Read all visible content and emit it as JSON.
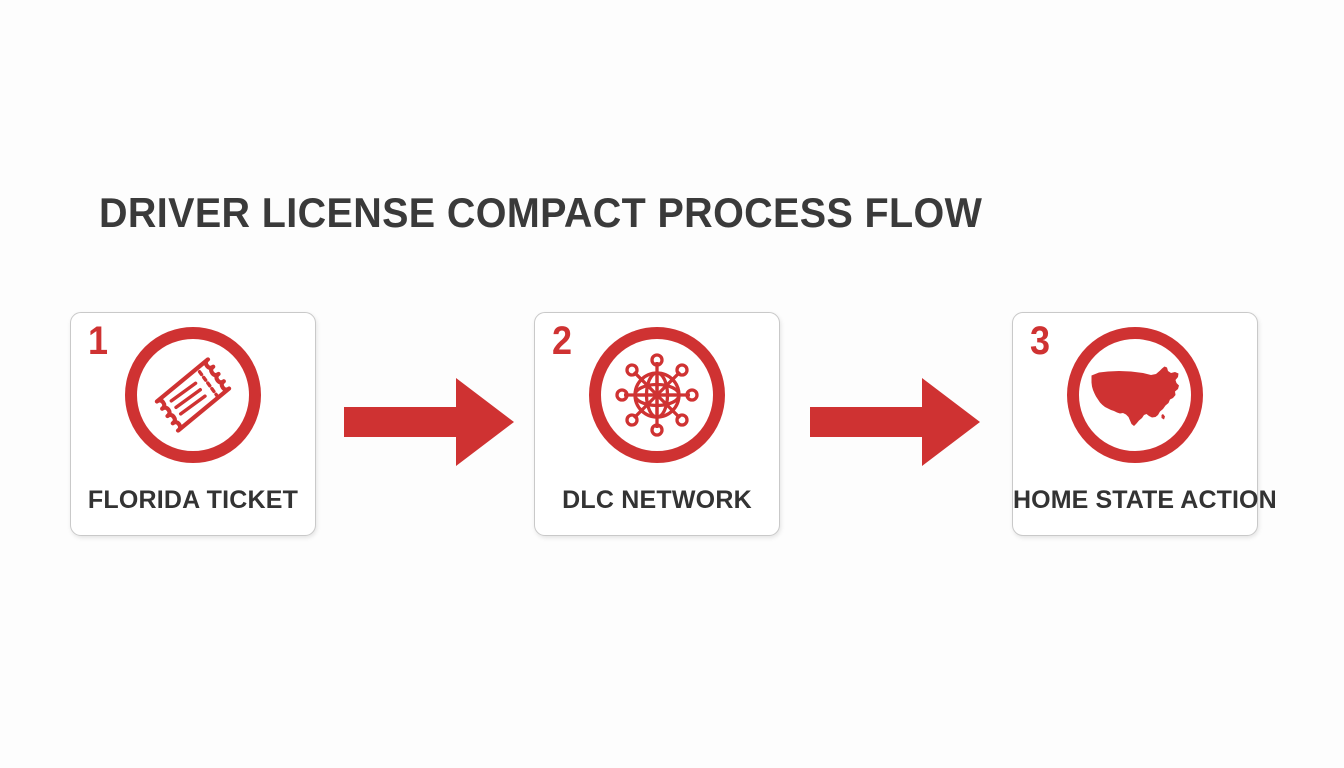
{
  "canvas": {
    "background_color": "#fdfdfd",
    "accent_red": "#cf3232",
    "text_dark": "#333333",
    "card_border": "#c9c9c9"
  },
  "title": "DRIVER LICENSE COMPACT PROCESS FLOW",
  "steps": [
    {
      "number": "1",
      "label": "FLORIDA TICKET",
      "icon": "ticket-icon"
    },
    {
      "number": "2",
      "label": "DLC NETWORK",
      "icon": "globe-network-icon"
    },
    {
      "number": "3",
      "label": "HOME STATE ACTION",
      "icon": "usa-map-icon"
    }
  ],
  "connectors": [
    {
      "name": "arrow-right-icon"
    },
    {
      "name": "arrow-right-icon"
    }
  ]
}
